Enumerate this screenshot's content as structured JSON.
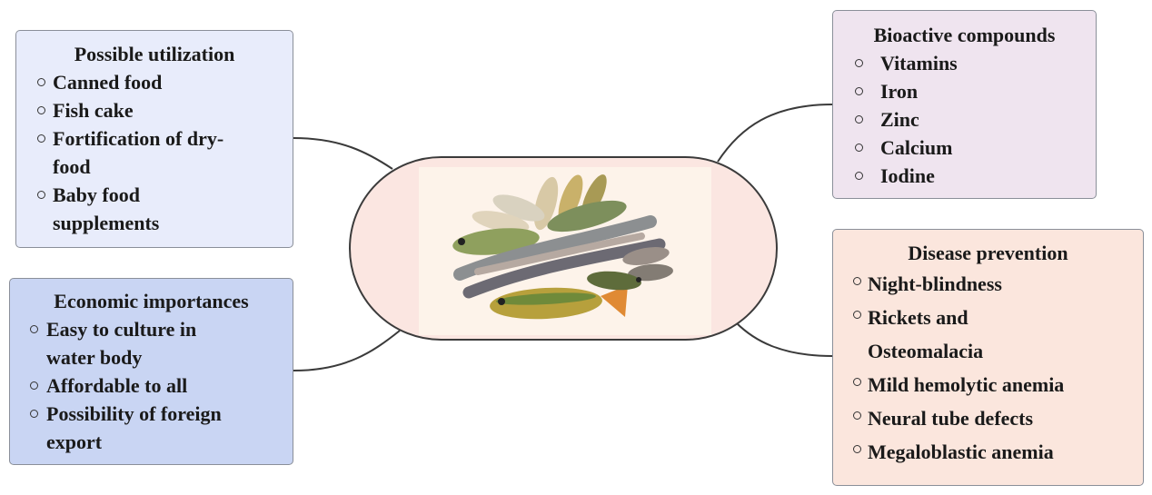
{
  "center": {
    "image": "fish-cluster-image"
  },
  "utilization": {
    "title": "Possible utilization",
    "items": [
      {
        "lines": [
          "Canned food"
        ]
      },
      {
        "lines": [
          "Fish cake"
        ]
      },
      {
        "lines": [
          "Fortification of dry-",
          "food"
        ]
      },
      {
        "lines": [
          "Baby food",
          "supplements"
        ]
      }
    ]
  },
  "economic": {
    "title": "Economic importances",
    "items": [
      {
        "lines": [
          "Easy to culture in",
          "water body"
        ]
      },
      {
        "lines": [
          "Affordable to all"
        ]
      },
      {
        "lines": [
          "Possibility of foreign",
          "export"
        ]
      }
    ]
  },
  "bioactive": {
    "title": "Bioactive compounds",
    "items": [
      {
        "lines": [
          "Vitamins"
        ]
      },
      {
        "lines": [
          "Iron"
        ]
      },
      {
        "lines": [
          "Zinc"
        ]
      },
      {
        "lines": [
          "Calcium"
        ]
      },
      {
        "lines": [
          "Iodine"
        ]
      }
    ]
  },
  "disease": {
    "title": "Disease prevention",
    "items": [
      {
        "lines": [
          "Night-blindness"
        ]
      },
      {
        "lines": [
          "Rickets and",
          "Osteomalacia"
        ]
      },
      {
        "lines": [
          "Mild hemolytic anemia"
        ]
      },
      {
        "lines": [
          "Neural tube defects"
        ]
      },
      {
        "lines": [
          "Megaloblastic anemia"
        ]
      }
    ]
  },
  "colors": {
    "utilization_bg": "#e8ecfb",
    "economic_bg": "#c9d5f3",
    "bioactive_bg": "#efe4ef",
    "disease_bg": "#fbe6dd",
    "center_bg": "#fbe6e1"
  }
}
